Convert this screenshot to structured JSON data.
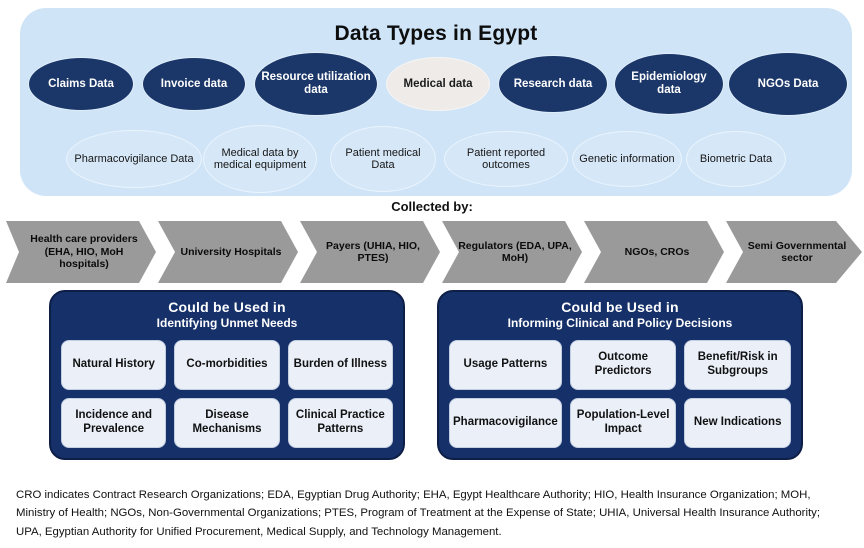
{
  "figure": {
    "title": "Data Types in Egypt",
    "collected_by_label": "Collected by:"
  },
  "data_types": {
    "primary_row": [
      {
        "label": "Claims Data",
        "style": "navy"
      },
      {
        "label": "Invoice data",
        "style": "navy"
      },
      {
        "label": "Resource utilization data",
        "style": "navy"
      },
      {
        "label": "Medical data",
        "style": "cream"
      },
      {
        "label": "Research data",
        "style": "navy"
      },
      {
        "label": "Epidemiology data",
        "style": "navy"
      },
      {
        "label": "NGOs Data",
        "style": "navy"
      }
    ],
    "secondary_row": [
      {
        "label": "Pharmacovigilance Data"
      },
      {
        "label": "Medical data by medical equipment"
      },
      {
        "label": "Patient medical Data"
      },
      {
        "label": "Patient reported outcomes"
      },
      {
        "label": "Genetic information"
      },
      {
        "label": "Biometric Data"
      }
    ]
  },
  "collectors": [
    {
      "label": "Health care providers (EHA, HIO, MoH hospitals)"
    },
    {
      "label": "University Hospitals"
    },
    {
      "label": "Payers (UHIA, HIO, PTES)"
    },
    {
      "label": "Regulators (EDA, UPA, MoH)"
    },
    {
      "label": "NGOs, CROs"
    },
    {
      "label": "Semi Governmental sector"
    }
  ],
  "use_panels": [
    {
      "title_line1": "Could be Used in",
      "title_line2": "Identifying Unmet Needs",
      "chips": [
        "Natural History",
        "Co-morbidities",
        "Burden of Illness",
        "Incidence and Prevalence",
        "Disease Mechanisms",
        "Clinical Practice Patterns"
      ]
    },
    {
      "title_line1": "Could be Used in",
      "title_line2": "Informing Clinical and Policy Decisions",
      "chips": [
        "Usage Patterns",
        "Outcome Predictors",
        "Benefit/Risk in Subgroups",
        "Pharmacovigilance",
        "Population-Level Impact",
        "New Indications"
      ]
    }
  ],
  "caption": "CRO indicates Contract Research Organizations; EDA, Egyptian Drug Authority; EHA, Egypt Healthcare Authority; HIO, Health Insurance Organization; MOH, Ministry of Health; NGOs, Non-Governmental Organizations; PTES, Program of Treatment at the Expense of State; UHIA, Universal Health Insurance Authority; UPA, Egyptian Authority for Unified Procurement, Medical Supply, and Technology Management.",
  "colors": {
    "panel_background": "#cfe4f7",
    "navy": "#16306a",
    "navy_ellipse": "#1b3668",
    "cream_ellipse": "#efebe8",
    "chevron_gray": "#9a9a9a",
    "chip_background": "#eaeff8"
  }
}
